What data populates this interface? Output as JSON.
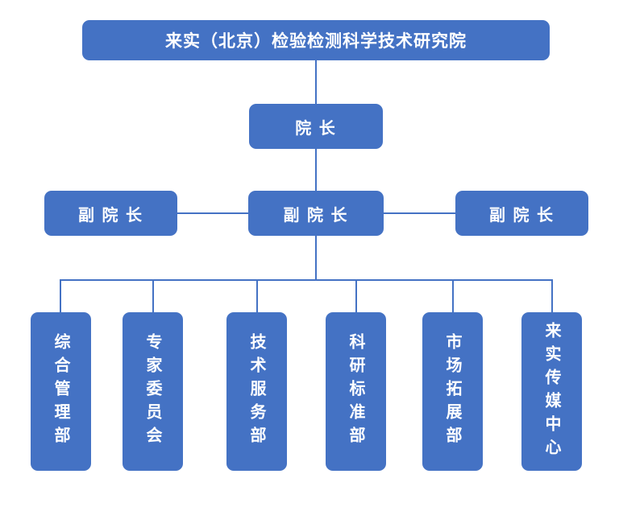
{
  "chart": {
    "type": "org-chart",
    "root": {
      "label": "来实（北京）检验检测科学技术研究院"
    },
    "president": {
      "label": "院 长"
    },
    "vice_presidents": [
      {
        "label": "副 院 长"
      },
      {
        "label": "副 院 长"
      },
      {
        "label": "副 院 长"
      }
    ],
    "departments": [
      {
        "label": "综合管理部"
      },
      {
        "label": "专家委员会"
      },
      {
        "label": "技术服务部"
      },
      {
        "label": "科研标准部"
      },
      {
        "label": "市场拓展部"
      },
      {
        "label": "来实传媒中心"
      }
    ],
    "colors": {
      "box_fill": "#4472C4",
      "box_text": "#FFFFFF",
      "connector": "#4472C4",
      "background": "#FFFFFF"
    }
  }
}
